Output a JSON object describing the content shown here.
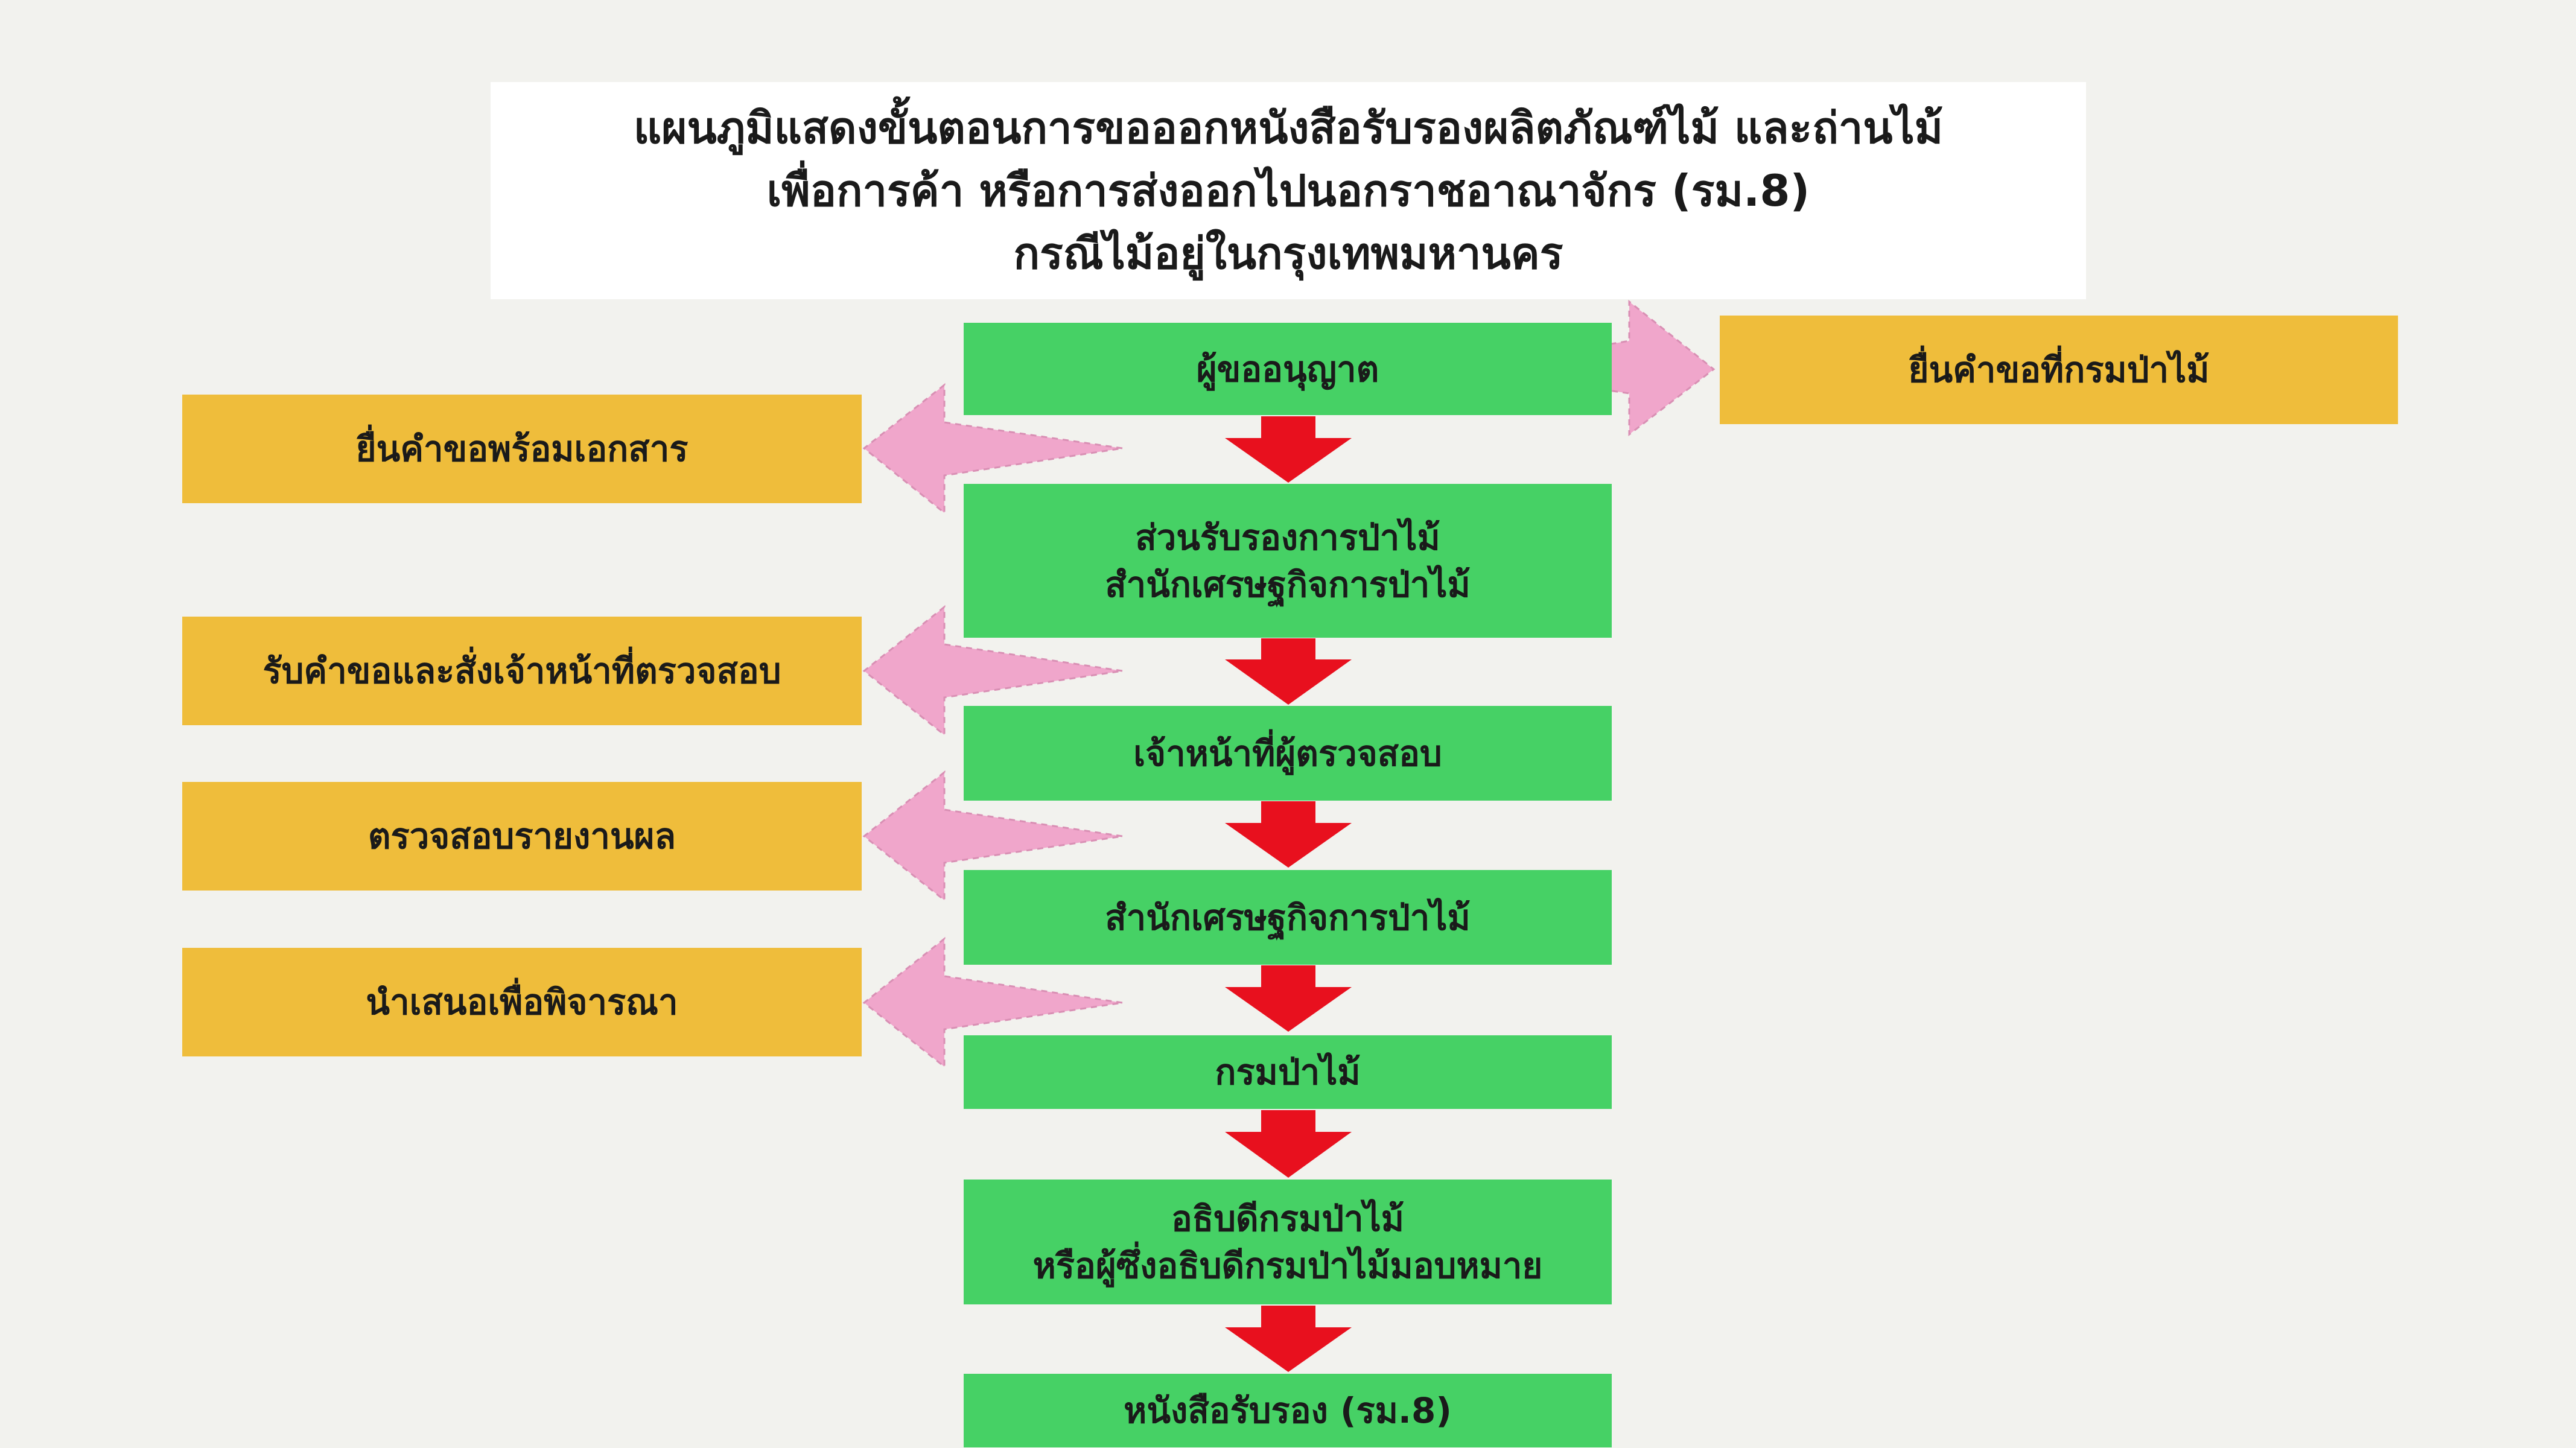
{
  "title": {
    "line1": "แผนภูมิแสดงขั้นตอนการขอออกหนังสือรับรองผลิตภัณฑ์ไม้ และถ่านไม้",
    "line2": "เพื่อการค้า หรือการส่งออกไปนอกราชอาณาจักร (รม.8)",
    "line3": "กรณีไม้อยู่ในกรุงเทพมหานคร"
  },
  "steps": [
    {
      "line1": "ผู้ขออนุญาต",
      "line2": ""
    },
    {
      "line1": "ส่วนรับรองการป่าไม้",
      "line2": "สำนักเศรษฐกิจการป่าไม้"
    },
    {
      "line1": "เจ้าหน้าที่ผู้ตรวจสอบ",
      "line2": ""
    },
    {
      "line1": "สำนักเศรษฐกิจการป่าไม้",
      "line2": ""
    },
    {
      "line1": "กรมป่าไม้",
      "line2": ""
    },
    {
      "line1": "อธิบดีกรมป่าไม้",
      "line2": "หรือผู้ซึ่งอธิบดีกรมป่าไม้มอบหมาย"
    },
    {
      "line1": "หนังสือรับรอง (รม.8)",
      "line2": ""
    }
  ],
  "side_notes": {
    "right_top": "ยื่นคำขอที่กรมป่าไม้",
    "left": [
      "ยื่นคำขอพร้อมเอกสาร",
      "รับคำขอและสั่งเจ้าหน้าที่ตรวจสอบ",
      "ตรวจสอบรายงานผล",
      "นำเสนอเพื่อพิจารณา"
    ]
  },
  "colors": {
    "step_box": "#46d165",
    "note_box": "#efbd3b",
    "down_arrow": "#e8101e",
    "side_arrow": "#f0a6cb"
  }
}
